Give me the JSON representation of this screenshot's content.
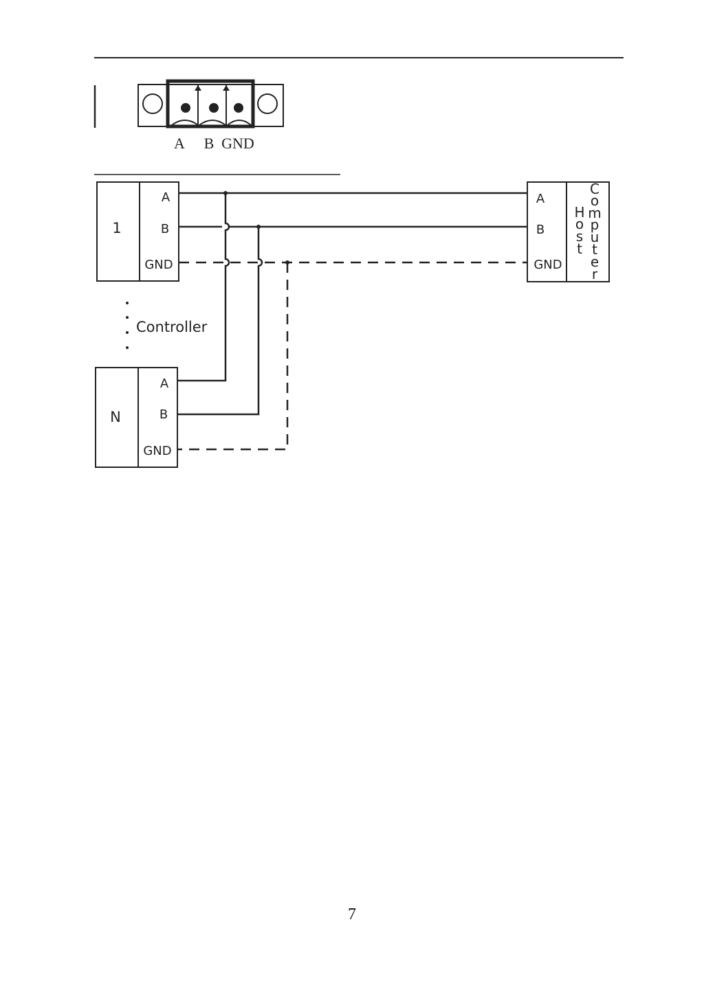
{
  "connector": {
    "labels": [
      "A",
      "B",
      "GND"
    ]
  },
  "controllers": {
    "first_label": "1",
    "last_label": "N",
    "group_label": "Controller",
    "pins": [
      "A",
      "B",
      "GND"
    ]
  },
  "host": {
    "pins": [
      "A",
      "B",
      "GND"
    ],
    "label_word1": [
      "H",
      "o",
      "s",
      "t"
    ],
    "label_word2": [
      "C",
      "o",
      "m",
      "p",
      "u",
      "t",
      "e",
      "r"
    ]
  },
  "page_number": "7",
  "colors": {
    "line": "#222222"
  }
}
